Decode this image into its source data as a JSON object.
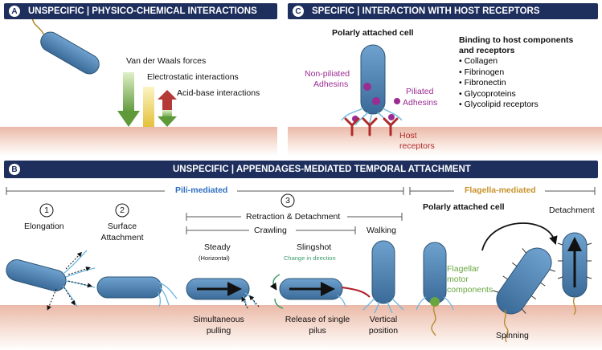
{
  "panelA": {
    "badge": "A",
    "title": "UNSPECIFIC | PHYSICO-CHEMICAL INTERACTIONS",
    "forces": [
      "Van der Waals forces",
      "Electrostatic interactions",
      "Acid-base interactions"
    ]
  },
  "panelC": {
    "badge": "C",
    "title": "SPECIFIC |  INTERACTION WITH HOST RECEPTORS",
    "cell_label": "Polarly attached cell",
    "nonpiliated": "Non-piliated",
    "adhesins_left": "Adhesins",
    "piliated": "Piliated",
    "adhesins_right": "Adhesins",
    "host": "Host",
    "receptors": "receptors",
    "binding_title_1": "Binding to host components",
    "binding_title_2": "and receptors",
    "binding_items": [
      "Collagen",
      "Fibrinogen",
      "Fibronectin",
      "Glycoproteins",
      "Glycolipid receptors"
    ]
  },
  "panelB": {
    "badge": "B",
    "title": "UNSPECIFIC |  APPENDAGES-MEDIATED TEMPORAL ATTACHMENT",
    "pili_mediated": "Pili-mediated",
    "flagella_mediated": "Flagella-mediated",
    "step1_num": "1",
    "step1": "Elongation",
    "step2_num": "2",
    "step2_line1": "Surface",
    "step2_line2": "Attachment",
    "step3_num": "3",
    "retraction": "Retraction & Detachment",
    "crawling": "Crawling",
    "steady": "Steady",
    "horizontal": "(Horizontal)",
    "slingshot": "Slingshot",
    "change_direction": "Change in direction",
    "walking": "Walking",
    "simultaneous_1": "Simultaneous",
    "simultaneous_2": "pulling",
    "release_1": "Release of single",
    "release_2": "pilus",
    "vertical_1": "Vertical",
    "vertical_2": "position",
    "polar_cell": "Polarly attached cell",
    "flagellar_1": "Flagellar",
    "flagellar_2": "motor",
    "flagellar_3": "components",
    "spinning": "Spinning",
    "detachment": "Detachment"
  },
  "colors": {
    "banner": "#1e2f5e",
    "surface": "#f2cfc2",
    "bacterium": "#4c82b4",
    "pili": "#6bb7e0",
    "adhesin": "#9b2c92",
    "receptor": "#b02a2a",
    "pili_text": "#2f6fc2",
    "flagella_text": "#c9922b",
    "motor": "#6aa640"
  }
}
